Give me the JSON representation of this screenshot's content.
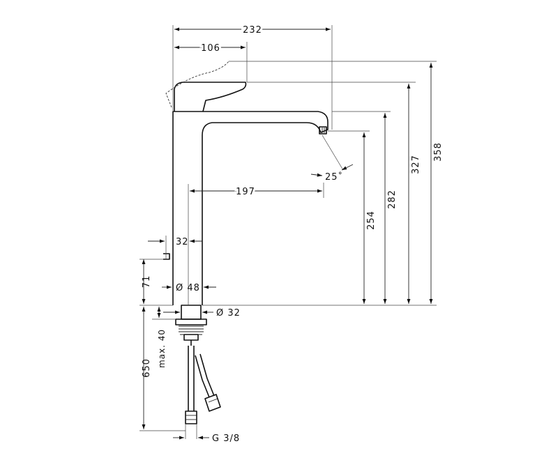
{
  "labels": {
    "overall_width": "232",
    "lever_offset": "106",
    "total_height": "358",
    "lever_height": "327",
    "spout_height": "282",
    "outlet_height": "254",
    "projection": "197",
    "angle": "25˚",
    "pop_up_offset": "32",
    "pop_up_height": "71",
    "body_diameter": "Ø 48",
    "shank_diameter": "Ø 32",
    "max_thickness": "max. 40",
    "hose_length": "650",
    "connection": "G 3/8"
  },
  "colors": {
    "line": "#111111",
    "background": "#ffffff"
  }
}
